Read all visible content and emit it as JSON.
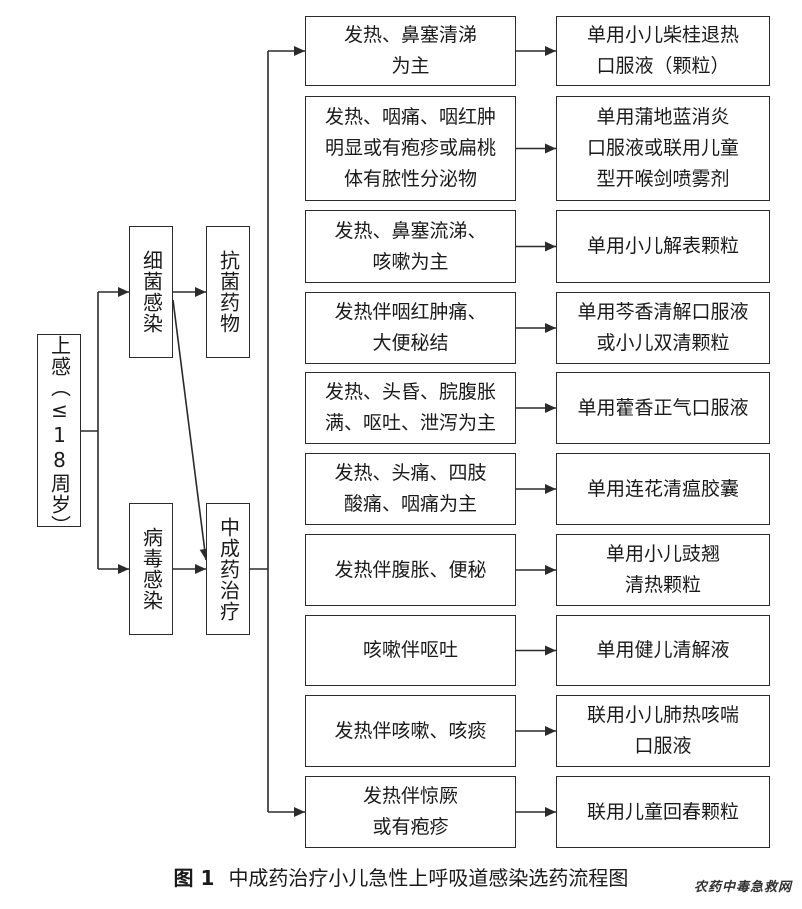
{
  "root": {
    "label": "上感（≤18周岁）"
  },
  "branches": {
    "bacterial": "细菌感染",
    "viral": "病毒感染"
  },
  "treatments": {
    "antibiotic": "抗菌药物",
    "tcm": "中成药治疗"
  },
  "rows": [
    {
      "symptom": [
        "发热、鼻塞清涕",
        "为主"
      ],
      "drug": [
        "单用小儿柴桂退热",
        "口服液（颗粒）"
      ]
    },
    {
      "symptom": [
        "发热、咽痛、咽红肿",
        "明显或有疱疹或扁桃",
        "体有脓性分泌物"
      ],
      "drug": [
        "单用蒲地蓝消炎",
        "口服液或联用儿童",
        "型开喉剑喷雾剂"
      ]
    },
    {
      "symptom": [
        "发热、鼻塞流涕、",
        "咳嗽为主"
      ],
      "drug": [
        "单用小儿解表颗粒"
      ]
    },
    {
      "symptom": [
        "发热伴咽红肿痛、",
        "大便秘结"
      ],
      "drug": [
        "单用芩香清解口服液",
        "或小儿双清颗粒"
      ]
    },
    {
      "symptom": [
        "发热、头昏、脘腹胀",
        "满、呕吐、泄泻为主"
      ],
      "drug": [
        "单用藿香正气口服液"
      ]
    },
    {
      "symptom": [
        "发热、头痛、四肢",
        "酸痛、咽痛为主"
      ],
      "drug": [
        "单用连花清瘟胶囊"
      ]
    },
    {
      "symptom": [
        "发热伴腹胀、便秘"
      ],
      "drug": [
        "单用小儿豉翘",
        "清热颗粒"
      ]
    },
    {
      "symptom": [
        "咳嗽伴呕吐"
      ],
      "drug": [
        "单用健儿清解液"
      ]
    },
    {
      "symptom": [
        "发热伴咳嗽、咳痰"
      ],
      "drug": [
        "联用小儿肺热咳喘",
        "口服液"
      ]
    },
    {
      "symptom": [
        "发热伴惊厥",
        "或有疱疹"
      ],
      "drug": [
        "联用儿童回春颗粒"
      ]
    }
  ],
  "caption": {
    "fig": "图 1",
    "text": "中成药治疗小儿急性上呼吸道感染选药流程图"
  },
  "watermark": "农药中毒急救网"
}
